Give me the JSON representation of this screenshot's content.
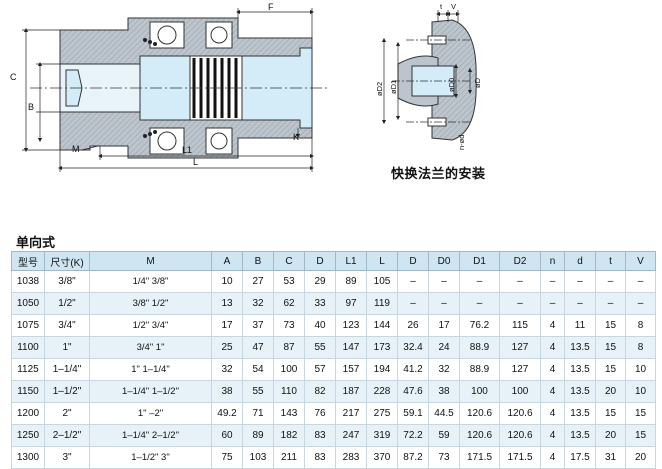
{
  "drawing": {
    "labels": {
      "F": "F",
      "C": "C",
      "B": "B",
      "M": "M",
      "K": "K",
      "L1": "L1",
      "L": "L",
      "t": "t",
      "V": "V",
      "D2": "øD2",
      "D1": "øD1",
      "D0": "øD0",
      "D": "øD",
      "n_d": "n-ød"
    }
  },
  "caption": "快换法兰的安装",
  "section_title": "单向式",
  "table": {
    "headers": [
      "型号",
      "尺寸(K)",
      "M",
      "A",
      "B",
      "C",
      "D",
      "L1",
      "L",
      "D",
      "D0",
      "D1",
      "D2",
      "n",
      "d",
      "t",
      "V"
    ],
    "rows": [
      [
        "1038",
        "3/8\"",
        "1/4\"  3/8\"",
        "10",
        "27",
        "53",
        "29",
        "89",
        "105",
        "–",
        "–",
        "–",
        "–",
        "–",
        "–",
        "–",
        "–"
      ],
      [
        "1050",
        "1/2\"",
        "3/8\"  1/2\"",
        "13",
        "32",
        "62",
        "33",
        "97",
        "119",
        "–",
        "–",
        "–",
        "–",
        "–",
        "–",
        "–",
        "–"
      ],
      [
        "1075",
        "3/4\"",
        "1/2\"  3/4\"",
        "17",
        "37",
        "73",
        "40",
        "123",
        "144",
        "26",
        "17",
        "76.2",
        "115",
        "4",
        "11",
        "15",
        "8"
      ],
      [
        "1100",
        "1\"",
        "3/4\"  1\"",
        "25",
        "47",
        "87",
        "55",
        "147",
        "173",
        "32.4",
        "24",
        "88.9",
        "127",
        "4",
        "13.5",
        "15",
        "8"
      ],
      [
        "1125",
        "1–1/4\"",
        "1\"  1–1/4\"",
        "32",
        "54",
        "100",
        "57",
        "157",
        "194",
        "41.2",
        "32",
        "88.9",
        "127",
        "4",
        "13.5",
        "15",
        "10"
      ],
      [
        "1150",
        "1–1/2\"",
        "1–1/4\"  1–1/2\"",
        "38",
        "55",
        "110",
        "82",
        "187",
        "228",
        "47.6",
        "38",
        "100",
        "100",
        "4",
        "13.5",
        "20",
        "10"
      ],
      [
        "1200",
        "2\"",
        "1\"  –2\"",
        "49.2",
        "71",
        "143",
        "76",
        "217",
        "275",
        "59.1",
        "44.5",
        "120.6",
        "120.6",
        "4",
        "13.5",
        "15",
        "15"
      ],
      [
        "1250",
        "2–1/2\"",
        "1–1/4\"  2–1/2\"",
        "60",
        "89",
        "182",
        "83",
        "247",
        "319",
        "72.2",
        "59",
        "120.6",
        "120.6",
        "4",
        "13.5",
        "20",
        "15"
      ],
      [
        "1300",
        "3\"",
        "1–1/2\"  3\"",
        "75",
        "103",
        "211",
        "83",
        "283",
        "370",
        "87.2",
        "73",
        "171.5",
        "171.5",
        "4",
        "17.5",
        "31",
        "20"
      ]
    ]
  },
  "colors": {
    "header_bg": "#cfe6f2",
    "row_alt_bg": "#e6f1f8",
    "part_fill": "#bcc5cd",
    "bore_fill": "#d3ecf7"
  }
}
